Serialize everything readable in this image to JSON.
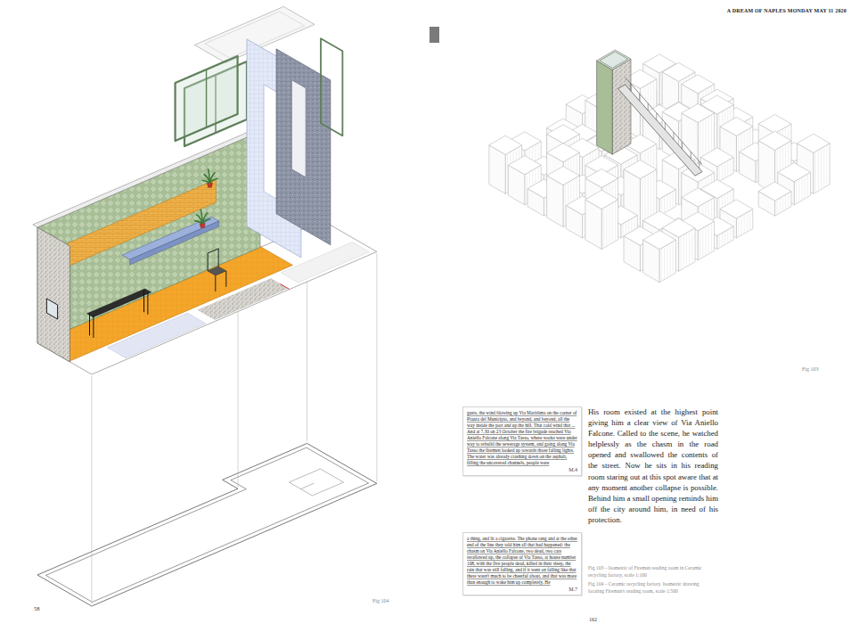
{
  "diagram": {
    "title": "A DREAM OF NAPLES MONDAY MAY 11 2020",
    "nodes": [
      {
        "text": [
          "gusts, the wind blowing up Via Marittima on the corner of Piazza del Municipio, and beyond, and beyond, all the way inside the port and up the hill. That cold wind that ... And at 7.30 on 23 October the fire brigade reached Via Aniello Falcone along Via Tasso, where works were under way to rebuild the sewerage system, and going along Via Tasso the firemen looked up towards those falling lights. The water was already crashing down on the asphalt, filling the uncovered channels, people were",
          "M.4"
        ]
      },
      {
        "text": [
          "a thing, and lit a cigarette. The phone rang and at the other end of the line they told him all that had happened: the chasm on Via Aniello Falcone, two dead, two cars swallowed up, the collapse of Via Tasso, at house number 108, with the five people dead, killed in their sleep, the rain that was still falling, and if it went on falling like that there wasn't much to be cheerful about, and that was more than enough to wake him up completely. He",
          "M.7"
        ]
      }
    ],
    "labels": [
      "58",
      "Fig 104",
      "Fig 103",
      "His room existed at the highest point giving him a clear view of Via Aniello Falcone. Called to the scene, he watched helplessly as the chasm in the road opened and swallowed the contents of the street. Now he sits in his reading room staring out at this spot aware that at any moment another collapse is possible. Behind him a small opening reminds him off the city around him, in need of his protection.",
      "Fig 103 – Isometric of Fireman reading room in Ceramic recycling factory, scale 1:100",
      "Fig 104 – Ceramic recycling factory. Isometric drawing locating Fireman's reading room, scale 1:500",
      "162"
    ]
  }
}
